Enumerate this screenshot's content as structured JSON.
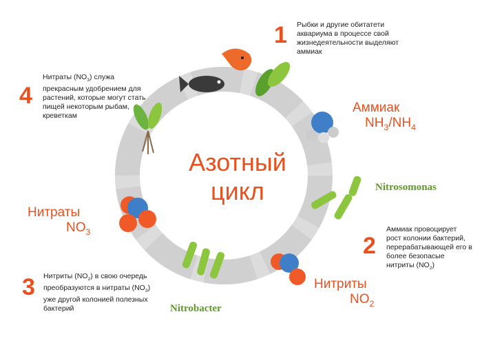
{
  "title": {
    "line1": "Азотный",
    "line2": "цикл"
  },
  "steps": [
    {
      "number": "1",
      "text": "Рыбки и другие обитатети аквариума в процессе свой жизнедеятельности выделяют аммиак"
    },
    {
      "number": "2",
      "text_parts": [
        "Аммиак провоцирует рост колонии бактерий, перерабатывающей его в более безопасые нитриты (NO",
        "2",
        ")"
      ]
    },
    {
      "number": "3",
      "text_parts": [
        "Нитриты (NO",
        "2",
        ") в свою очередь преобразуются в нитраты (NO",
        "3",
        ") уже другой колонией полезных бактерий"
      ]
    },
    {
      "number": "4",
      "text_parts": [
        "Нитраты (NO",
        "3",
        ") служа прекрасным удобрением для растений, которые могут стать пищей некоторым рыбам, креветкам"
      ]
    }
  ],
  "labels": {
    "ammonia": {
      "name": "Аммиак",
      "formula_parts": [
        "NH",
        "3",
        "/NH",
        "4"
      ]
    },
    "nitrites": {
      "name": "Нитриты",
      "formula_parts": [
        "NO",
        "2"
      ]
    },
    "nitrates": {
      "name": "Нитраты",
      "formula_parts": [
        "NO",
        "3"
      ]
    },
    "nitrosomonas": "Nitrosomonas",
    "nitrobacter": "Nitrobacter"
  },
  "colors": {
    "accent": "#e8501e",
    "bacteria": "#5e9a24",
    "ring": "#d6d6d6"
  }
}
